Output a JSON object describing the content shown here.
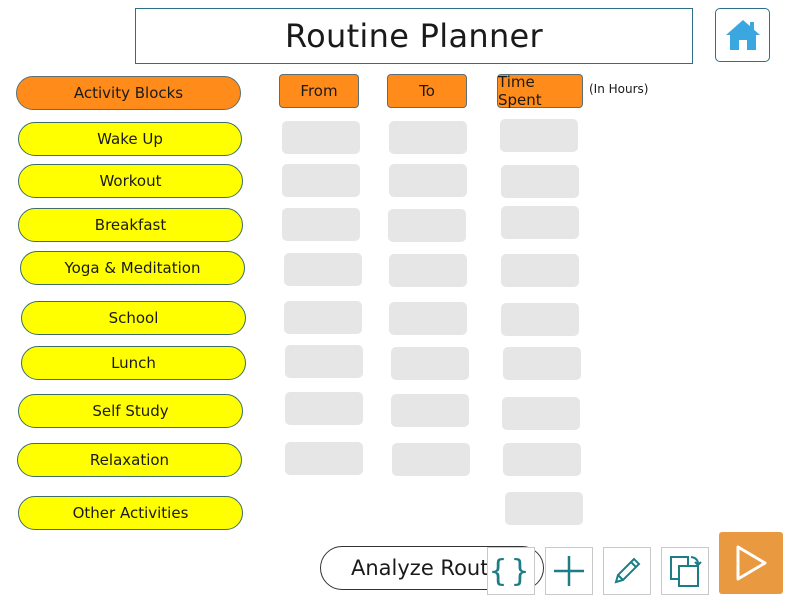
{
  "app": {
    "title": "Routine Planner"
  },
  "home_button": {
    "icon": "home-icon",
    "color": "#3aa7e0"
  },
  "headers": {
    "activity_blocks": "Activity Blocks",
    "from": "From",
    "to": "To",
    "time_spent": "Time Spent",
    "time_spent_note": "(In Hours)"
  },
  "activities": [
    {
      "label": "Wake Up"
    },
    {
      "label": "Workout"
    },
    {
      "label": "Breakfast"
    },
    {
      "label": "Yoga & Meditation"
    },
    {
      "label": "School"
    },
    {
      "label": "Lunch"
    },
    {
      "label": "Self Study"
    },
    {
      "label": "Relaxation"
    },
    {
      "label": "Other Activities"
    }
  ],
  "analyze_button": {
    "label": "Analyze Routine"
  },
  "toolbar": {
    "tools": [
      {
        "icon": "braces-icon"
      },
      {
        "icon": "plus-icon"
      },
      {
        "icon": "pencil-icon"
      },
      {
        "icon": "copy-page-icon"
      }
    ],
    "play_icon": "play-icon"
  },
  "colors": {
    "header_orange": "#ff8c1a",
    "activity_yellow": "#ffff00",
    "cell_gray": "#e6e6e6",
    "accent_teal": "#2f6f87",
    "play_orange": "#e9993f"
  }
}
